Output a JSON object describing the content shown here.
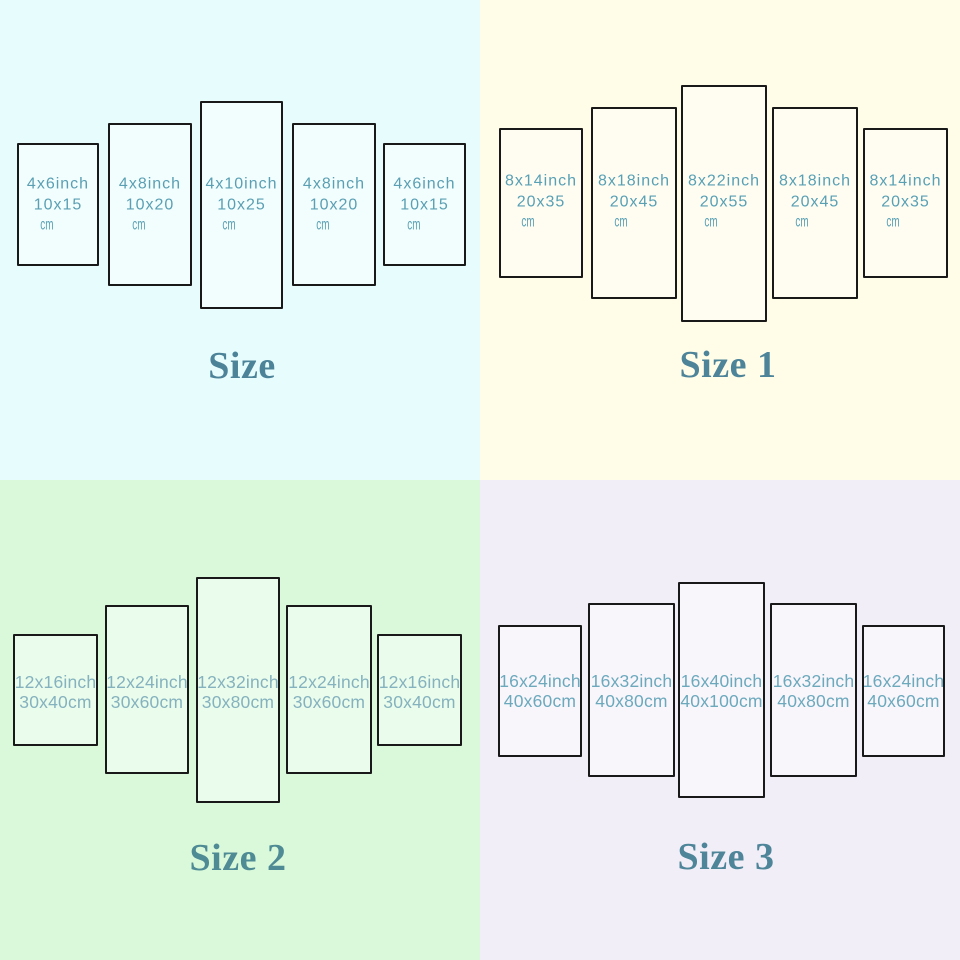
{
  "image": {
    "panel_border_color": "#191919",
    "panel_fill_overlay": "rgba(255,255,255,0.45)"
  },
  "quadrants": [
    {
      "id": "size",
      "title": "Size",
      "bg_color": "#e7fdfd",
      "label_color": "#5b9fb3",
      "title_color": "#4c8399",
      "condensed_cm": true,
      "panels": [
        {
          "inches": "4x6inch",
          "cm": "10x15cm"
        },
        {
          "inches": "4x8inch",
          "cm": "10x20cm"
        },
        {
          "inches": "4x10inch",
          "cm": "10x25cm"
        },
        {
          "inches": "4x8inch",
          "cm": "10x20cm"
        },
        {
          "inches": "4x6inch",
          "cm": "10x15cm"
        }
      ]
    },
    {
      "id": "size-1",
      "title": "Size 1",
      "bg_color": "#fffce8",
      "label_color": "#58a0b4",
      "title_color": "#4d8499",
      "condensed_cm": true,
      "panels": [
        {
          "inches": "8x14inch",
          "cm": "20x35cm"
        },
        {
          "inches": "8x18inch",
          "cm": "20x45cm"
        },
        {
          "inches": "8x22inch",
          "cm": "20x55cm"
        },
        {
          "inches": "8x18inch",
          "cm": "20x45cm"
        },
        {
          "inches": "8x14inch",
          "cm": "20x35cm"
        }
      ]
    },
    {
      "id": "size-2",
      "title": "Size 2",
      "bg_color": "#d9f9da",
      "label_color": "#85b2bf",
      "title_color": "#4f8b95",
      "condensed_cm": false,
      "panels": [
        {
          "inches": "12x16inch",
          "cm": "30x40cm"
        },
        {
          "inches": "12x24inch",
          "cm": "30x60cm"
        },
        {
          "inches": "12x32inch",
          "cm": "30x80cm"
        },
        {
          "inches": "12x24inch",
          "cm": "30x60cm"
        },
        {
          "inches": "12x16inch",
          "cm": "30x40cm"
        }
      ]
    },
    {
      "id": "size-3",
      "title": "Size 3",
      "bg_color": "#f2eef8",
      "label_color": "#6ca9bd",
      "title_color": "#4e8599",
      "condensed_cm": false,
      "panels": [
        {
          "inches": "16x24inch",
          "cm": "40x60cm"
        },
        {
          "inches": "16x32inch",
          "cm": "40x80cm"
        },
        {
          "inches": "16x40inch",
          "cm": "40x100cm"
        },
        {
          "inches": "16x32inch",
          "cm": "40x80cm"
        },
        {
          "inches": "16x24inch",
          "cm": "40x60cm"
        }
      ]
    }
  ]
}
